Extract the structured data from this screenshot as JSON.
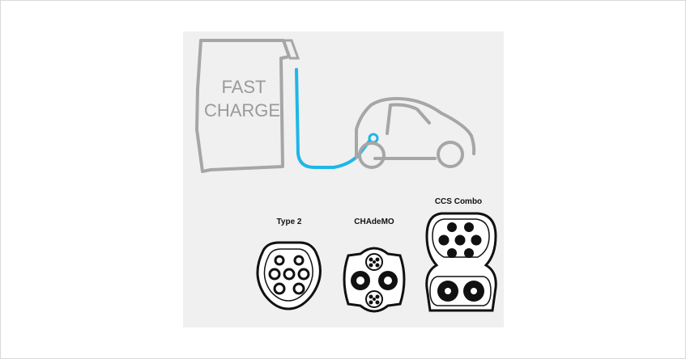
{
  "station": {
    "line1": "FAST",
    "line2": "CHARGE"
  },
  "connectors": {
    "type2": {
      "label": "Type 2"
    },
    "chademo": {
      "label": "CHAdeMO"
    },
    "ccs": {
      "label": "CCS Combo"
    }
  },
  "colors": {
    "cable": "#1fb6e6",
    "outline": "#a6a6a6",
    "panel": "#f0f0f0"
  }
}
